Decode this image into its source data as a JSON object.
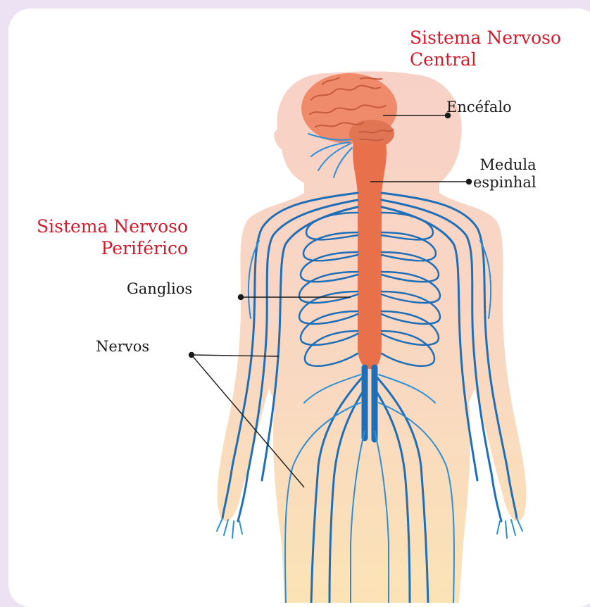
{
  "colors": {
    "background": "#ede1f4",
    "card": "#ffffff",
    "title_red": "#d0192a",
    "body_upper": "#f8d1c6",
    "body_lower": "#fbe1b6",
    "brain": "#ef8a6b",
    "spinal_cord": "#e8704a",
    "nerve_dark": "#1f6fb8",
    "nerve_light": "#2c8fd6",
    "label": "#1a1a1a"
  },
  "titles": {
    "central": {
      "line1": "Sistema Nervoso",
      "line2": "Central"
    },
    "peripheral": {
      "line1": "Sistema Nervoso",
      "line2": "Periférico"
    }
  },
  "labels": {
    "encephalon": "Encéfalo",
    "spinal_cord": {
      "line1": "Medula",
      "line2": "espinhal"
    },
    "ganglia": "Ganglios",
    "nerves": "Nervos"
  }
}
